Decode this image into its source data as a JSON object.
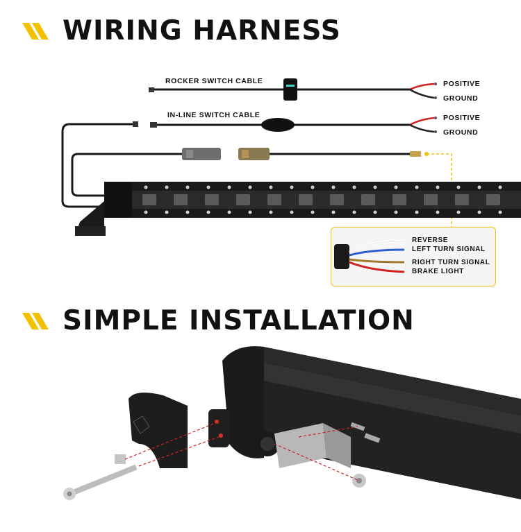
{
  "sections": {
    "wiring": {
      "title": "WIRING HARNESS"
    },
    "install": {
      "title": "SIMPLE INSTALLATION"
    }
  },
  "cables": {
    "rocker": {
      "label": "ROCKER SWITCH CABLE",
      "positive": "POSITIVE",
      "ground": "GROUND"
    },
    "inline": {
      "label": "IN-LINE SWITCH CABLE",
      "positive": "POSITIVE",
      "ground": "GROUND"
    }
  },
  "callout": {
    "wires": [
      {
        "label": "REVERSE",
        "color": "#ffffff"
      },
      {
        "label": "LEFT TURN SIGNAL",
        "color": "#2f5fd0"
      },
      {
        "label": "RIGHT TURN SIGNAL",
        "color": "#a07a2a"
      },
      {
        "label": "BRAKE LIGHT",
        "color": "#d02020"
      }
    ]
  },
  "colors": {
    "accent": "#f2c200",
    "positive_wire": "#d01f1f",
    "ground_wire": "#222222",
    "light_bar": "#1a1a1a"
  },
  "icons": [
    "stripes-icon",
    "rocker-switch-icon",
    "inline-switch-icon",
    "connector-icon"
  ]
}
